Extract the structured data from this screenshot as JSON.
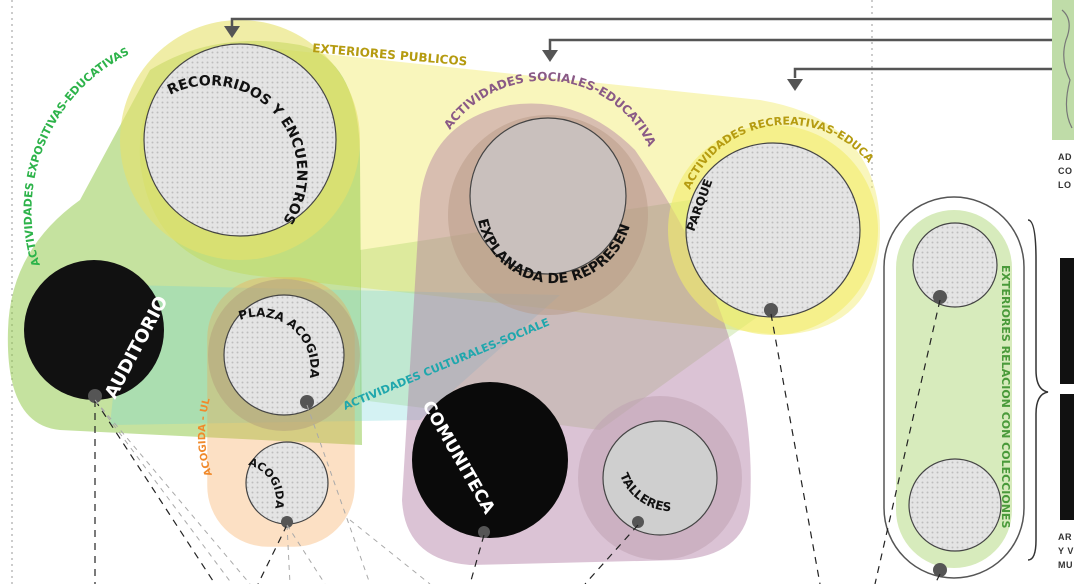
{
  "groups": {
    "exteriores_publicos": "EXTERIORES PUBLICOS",
    "expositivas_educativas": "ACTIVIDADES EXPOSITIVAS-EDUCATIVAS",
    "sociales_educativas": "ACTIVIDADES SOCIALES-EDUCATIVAS",
    "recreativas_educativas": "ACTIVIDADES RECREATIVAS-EDUCATIVAS",
    "culturales_sociales": "ACTIVIDADES CULTURALES-SOCIALES",
    "acogida_ultra": "ACOGIDA - ULTRA",
    "exteriores_relacion": "EXTERIORES RELACION CON COLECCIONES"
  },
  "spaces": {
    "recorridos": "RECORRIDOS Y ENCUENTROS",
    "explanada": "EXPLANADA DE REPRESENTACION",
    "parque": "PARQUE",
    "auditorio": "AUDITORIO",
    "plaza_acogida": "PLAZA ACOGIDA",
    "acogida": "ACOGIDA",
    "comuniteca": "COMUNITECA",
    "talleres": "TALLERES"
  },
  "side_notes": {
    "top": [
      "AD",
      "CO",
      "LO"
    ],
    "bottom": [
      "AR",
      "Y V",
      "MU"
    ]
  },
  "colors": {
    "green": "#8cc63f",
    "yellow": "#f2ec6b",
    "purple": "#b07aa1",
    "orange": "#f7a24a",
    "cyan": "#6fd3d8",
    "text_green": "#2db34a",
    "text_gold": "#b59b10",
    "text_purple": "#8a5a86",
    "text_orange": "#f08a2c"
  }
}
